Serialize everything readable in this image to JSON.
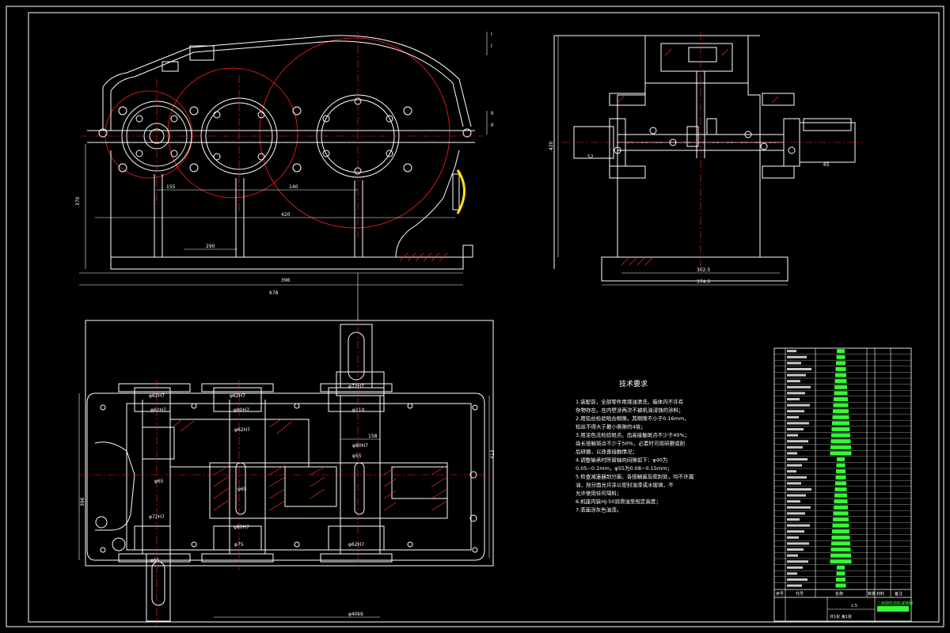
{
  "drawing": {
    "background": "#000000",
    "line_color": "#ffffff",
    "center_color": "#ff2020",
    "hatch_color": "#ff3030",
    "table_color": "#33ff33",
    "accent_yellow": "#ffe600"
  },
  "dimensions": {
    "front": [
      "370",
      "678",
      "396",
      "290",
      "420",
      "155",
      "140"
    ],
    "side": [
      "302.5",
      "374.5",
      "52",
      "65",
      "420"
    ],
    "plan": [
      "φ62H7",
      "φ62H7",
      "φ72H7",
      "φ62H7",
      "φ80H7",
      "φ110",
      "φ62H7",
      "φ80H7",
      "φ55",
      "φ65",
      "φ65",
      "φ72H7",
      "φ80H7",
      "φ62H7",
      "φ75",
      "φ65",
      "396",
      "413",
      "158",
      "φ40k6"
    ],
    "section_marks": [
      "I",
      "I",
      "II",
      "II"
    ]
  },
  "tech_requirements": {
    "title": "技术要求",
    "lines": [
      "1.装配前，全部零件用煤油清洗，箱体内不许有",
      "杂物存在。在内壁涂两次不被机油浸蚀的涂料；",
      "2.用铅丝检验啮合侧隙。其侧隙不小于0.16mm，",
      "铅丝不得大于最小侧隙的4倍；",
      "3.用涂色法检验斑点。齿高接触斑点不少于40%；",
      "齿长接触斑点不少于50%，必要时可用研磨或刮",
      "后研磨，以改善接触情况；",
      "4.调整轴承时所留轴向间隙如下：φ40为",
      "0.05~0.1mm，φ55为0.08~0.15mm；",
      "5.检查减速器剖分面，各接触面及密封处，均不许漏",
      "油，剖分面允许涂以密封油漆或水玻璃，不",
      "允许使用任何填料；",
      "6.机座内装HJ-50润滑油至规定高度；",
      "7.表面涂灰色油漆。"
    ]
  },
  "title_block": {
    "drawing_name": "二级圆柱齿轮减速器",
    "scale": "1:5",
    "sheet": "共1张 第1张",
    "headers": [
      "序号",
      "代号",
      "名称",
      "数量",
      "材料",
      "备注"
    ]
  }
}
